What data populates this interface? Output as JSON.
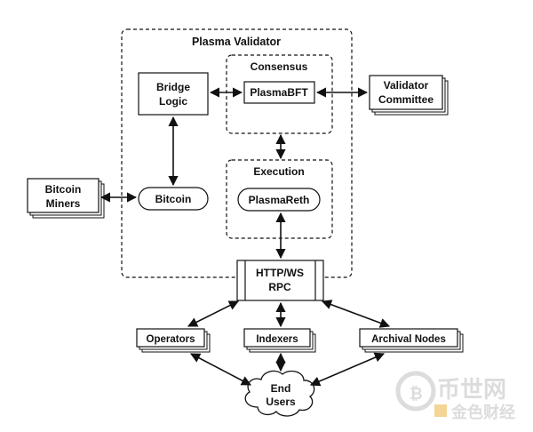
{
  "diagram": {
    "validator": {
      "title": "Plasma Validator"
    },
    "consensus": {
      "title": "Consensus",
      "component": "PlasmaBFT"
    },
    "execution": {
      "title": "Execution",
      "component": "PlasmaReth"
    },
    "bridge": {
      "line1": "Bridge",
      "line2": "Logic"
    },
    "bitcoin": {
      "label": "Bitcoin"
    },
    "bitcoin_miners": {
      "line1": "Bitcoin",
      "line2": "Miners"
    },
    "validator_committee": {
      "line1": "Validator",
      "line2": "Committee"
    },
    "rpc": {
      "line1": "HTTP/WS",
      "line2": "RPC"
    },
    "operators": {
      "label": "Operators"
    },
    "indexers": {
      "label": "Indexers"
    },
    "archival_nodes": {
      "label": "Archival Nodes"
    },
    "end_users": {
      "line1": "End",
      "line2": "Users"
    }
  },
  "watermark": {
    "text": "币世网",
    "subtext": "金色财经"
  },
  "colors": {
    "stroke": "#111111",
    "background": "#ffffff",
    "watermark": "#d9d9d9"
  }
}
